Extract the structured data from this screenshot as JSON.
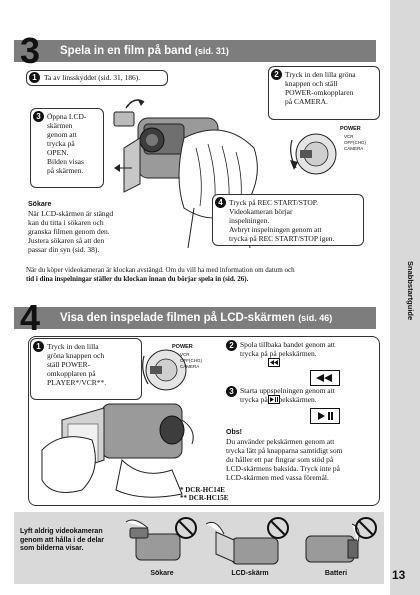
{
  "side_label": "Snabbstartguide",
  "page_number": "13",
  "section3": {
    "number": "3",
    "title": "Spela in en film på band",
    "ref": "(sid. 31)",
    "step1": {
      "num": "1",
      "text": "Ta av linsskyddet (sid. 31, 186)."
    },
    "step2": {
      "num": "2",
      "lines": [
        "Tryck in den lilla gröna",
        "knappen och ställ",
        "POWER-omkopplaren",
        "på CAMERA."
      ]
    },
    "step3": {
      "num": "3",
      "lines": [
        "Öppna LCD-",
        "skärmen",
        "genom att",
        "trycka på",
        "OPEN.",
        "Bilden visas",
        "på skärmen."
      ]
    },
    "step4": {
      "num": "4",
      "lines": [
        "Tryck på REC START/STOP.",
        "Videokameran börjar",
        "inspelningen.",
        "Avbryt inspelningen genom att",
        "trycka på REC START/STOP igen."
      ]
    },
    "viewfinder": {
      "heading": "Sökare",
      "lines": [
        "När LCD-skärmen är stängd",
        "kan du titta i sökaren och",
        "granska filmen genom den.",
        "Justera sökaren så att den",
        "passar din syn (sid. 38)."
      ]
    },
    "power_dial": {
      "title": "POWER",
      "opts": [
        "VCR",
        "OFF(CHG)",
        "CAMERA"
      ]
    },
    "note_lines": [
      "När du köper videokameran är klockan avstängd. Om du vill ha med information om datum och",
      "tid i dina inspelningar ställer du klockan innan du börjar spela in (sid. 26)."
    ]
  },
  "section4": {
    "number": "4",
    "title": "Visa den inspelade filmen på LCD-skärmen",
    "ref": "(sid. 46)",
    "step1": {
      "num": "1",
      "lines": [
        "Tryck in den lilla",
        "gröna knappen och",
        "ställ POWER-",
        "omkopplaren på",
        "PLAYER*/VCR**."
      ]
    },
    "power_dial": {
      "title": "POWER",
      "opts": [
        "VCR",
        "OFF(CHG)",
        "CAMERA"
      ]
    },
    "step2": {
      "num": "2",
      "lines": [
        "Spola tillbaka bandet genom att",
        "trycka på     på pekskärmen."
      ]
    },
    "step3": {
      "num": "3",
      "lines": [
        "Starta uppspelningen genom att",
        "trycka på     på pekskärmen."
      ]
    },
    "obs": {
      "heading": "Obs!",
      "lines": [
        "Du använder pekskärmen genom att",
        "trycka lätt på knapparna samtidigt som",
        "du håller ett par fingrar som stöd på",
        "LCD-skärmens baksida. Tryck inte på",
        "LCD-skärmen med vassa föremål."
      ]
    },
    "models": [
      "* DCR-HC14E",
      "** DCR-HC15E"
    ]
  },
  "warning": {
    "lines": [
      "Lyft aldrig videokameran",
      "genom att hålla i de delar",
      "som bilderna visar."
    ],
    "captions": [
      "Sökare",
      "LCD-skärm",
      "Batteri"
    ]
  }
}
